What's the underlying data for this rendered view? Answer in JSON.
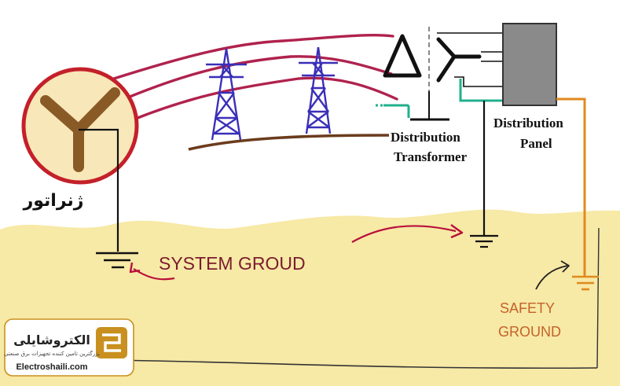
{
  "labels": {
    "generator": "ژنراتور",
    "transformer_line1": "Distribution",
    "transformer_line2": "Transformer",
    "panel_line1": "Distribution",
    "panel_line2": "Panel",
    "system_ground": "SYSTEM GROUD",
    "safety_line1": "SAFETY",
    "safety_line2": "GROUND"
  },
  "logo": {
    "name": "الکتروشایلی",
    "tagline": "بزرگترین تامین کننده تجهیزات برق صنعتی",
    "website": "Electroshaili.com"
  },
  "colors": {
    "ground_fill": "#f7e9a6",
    "generator_fill": "#f8e7b8",
    "generator_ring": "#c4202a",
    "generator_y": "#8a5a26",
    "line_wire": "#b0224e",
    "tower": "#3a2fb8",
    "cross_beam": "#6b3c1d",
    "panel_fill": "#8a8a8a",
    "neutral_wire": "#21b08c",
    "safety_wire": "#e08a1e",
    "label_red": "#7a1c2e",
    "safety_text": "#c4622a",
    "arrow": "#b8103a",
    "logo_gold": "#c9901f"
  }
}
